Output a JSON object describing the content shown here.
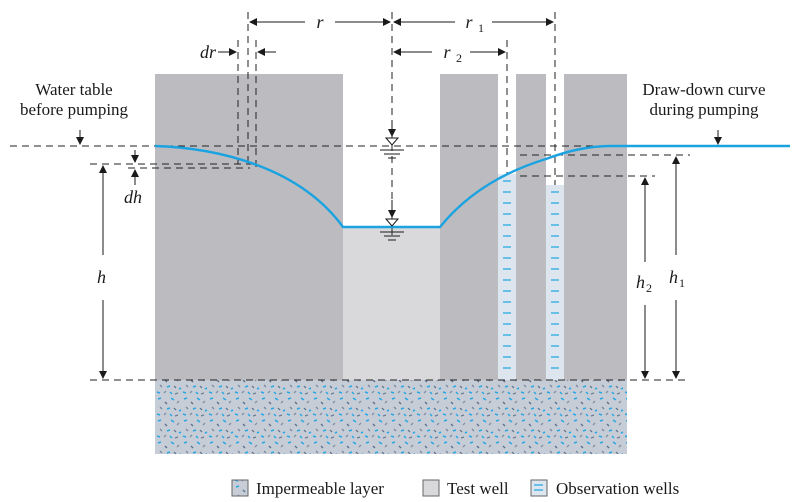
{
  "labels": {
    "water_table_line1": "Water table",
    "water_table_line2": "before pumping",
    "drawdown_line1": "Draw-down curve",
    "drawdown_line2": "during pumping",
    "r": "r",
    "r1": "r",
    "r1_sub": "1",
    "r2": "r",
    "r2_sub": "2",
    "dr": "dr",
    "dh": "dh",
    "h": "h",
    "h1": "h",
    "h1_sub": "1",
    "h2": "h",
    "h2_sub": "2"
  },
  "legend": {
    "impermeable": "Impermeable layer",
    "test_well": "Test well",
    "observation": "Observation wells"
  },
  "colors": {
    "soil": "#bcbcc0",
    "test_well_fill": "#d9d9db",
    "water_line": "#1aa3e0",
    "dash": "#222222",
    "speckle_bg": "#c7cdd6",
    "speckle_blue": "#2aa8e6"
  }
}
